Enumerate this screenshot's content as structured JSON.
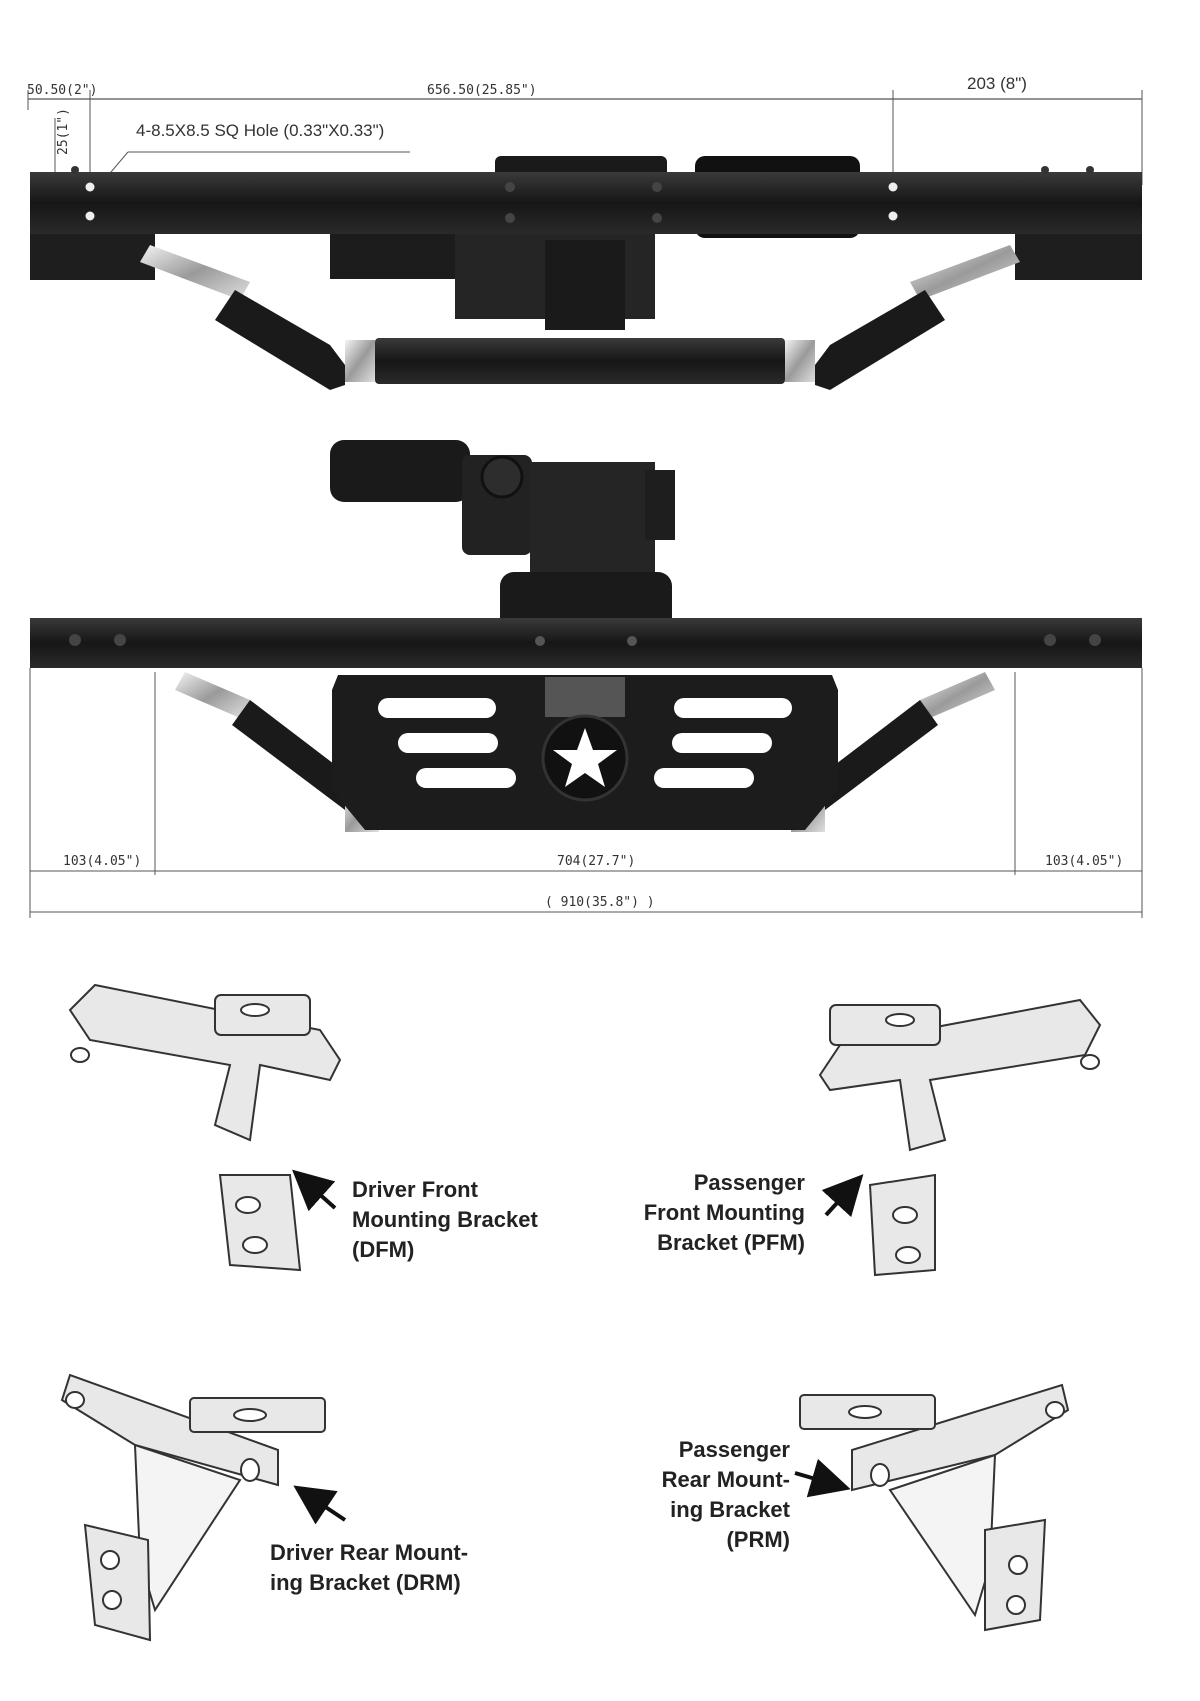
{
  "dimensions": {
    "top_left": "50.50(2\")",
    "top_vertical": "25(1\")",
    "top_middle": "656.50(25.85\")",
    "top_right": "203 (8\")",
    "hole_note": "4-8.5X8.5 SQ Hole  (0.33\"X0.33\")",
    "bottom_left": "103(4.05\")",
    "bottom_middle": "704(27.7\")",
    "bottom_right": "103(4.05\")",
    "overall": "( 910(35.8\") )"
  },
  "brackets": {
    "dfm": [
      "Driver Front",
      "Mounting Bracket",
      "(DFM)"
    ],
    "pfm": [
      "Passenger",
      "Front Mounting",
      "Bracket (PFM)"
    ],
    "drm": [
      "Driver Rear Mount-",
      "ing Bracket (DRM)"
    ],
    "prm": [
      "Passenger",
      "Rear Mount-",
      "ing Bracket",
      "(PRM)"
    ]
  }
}
